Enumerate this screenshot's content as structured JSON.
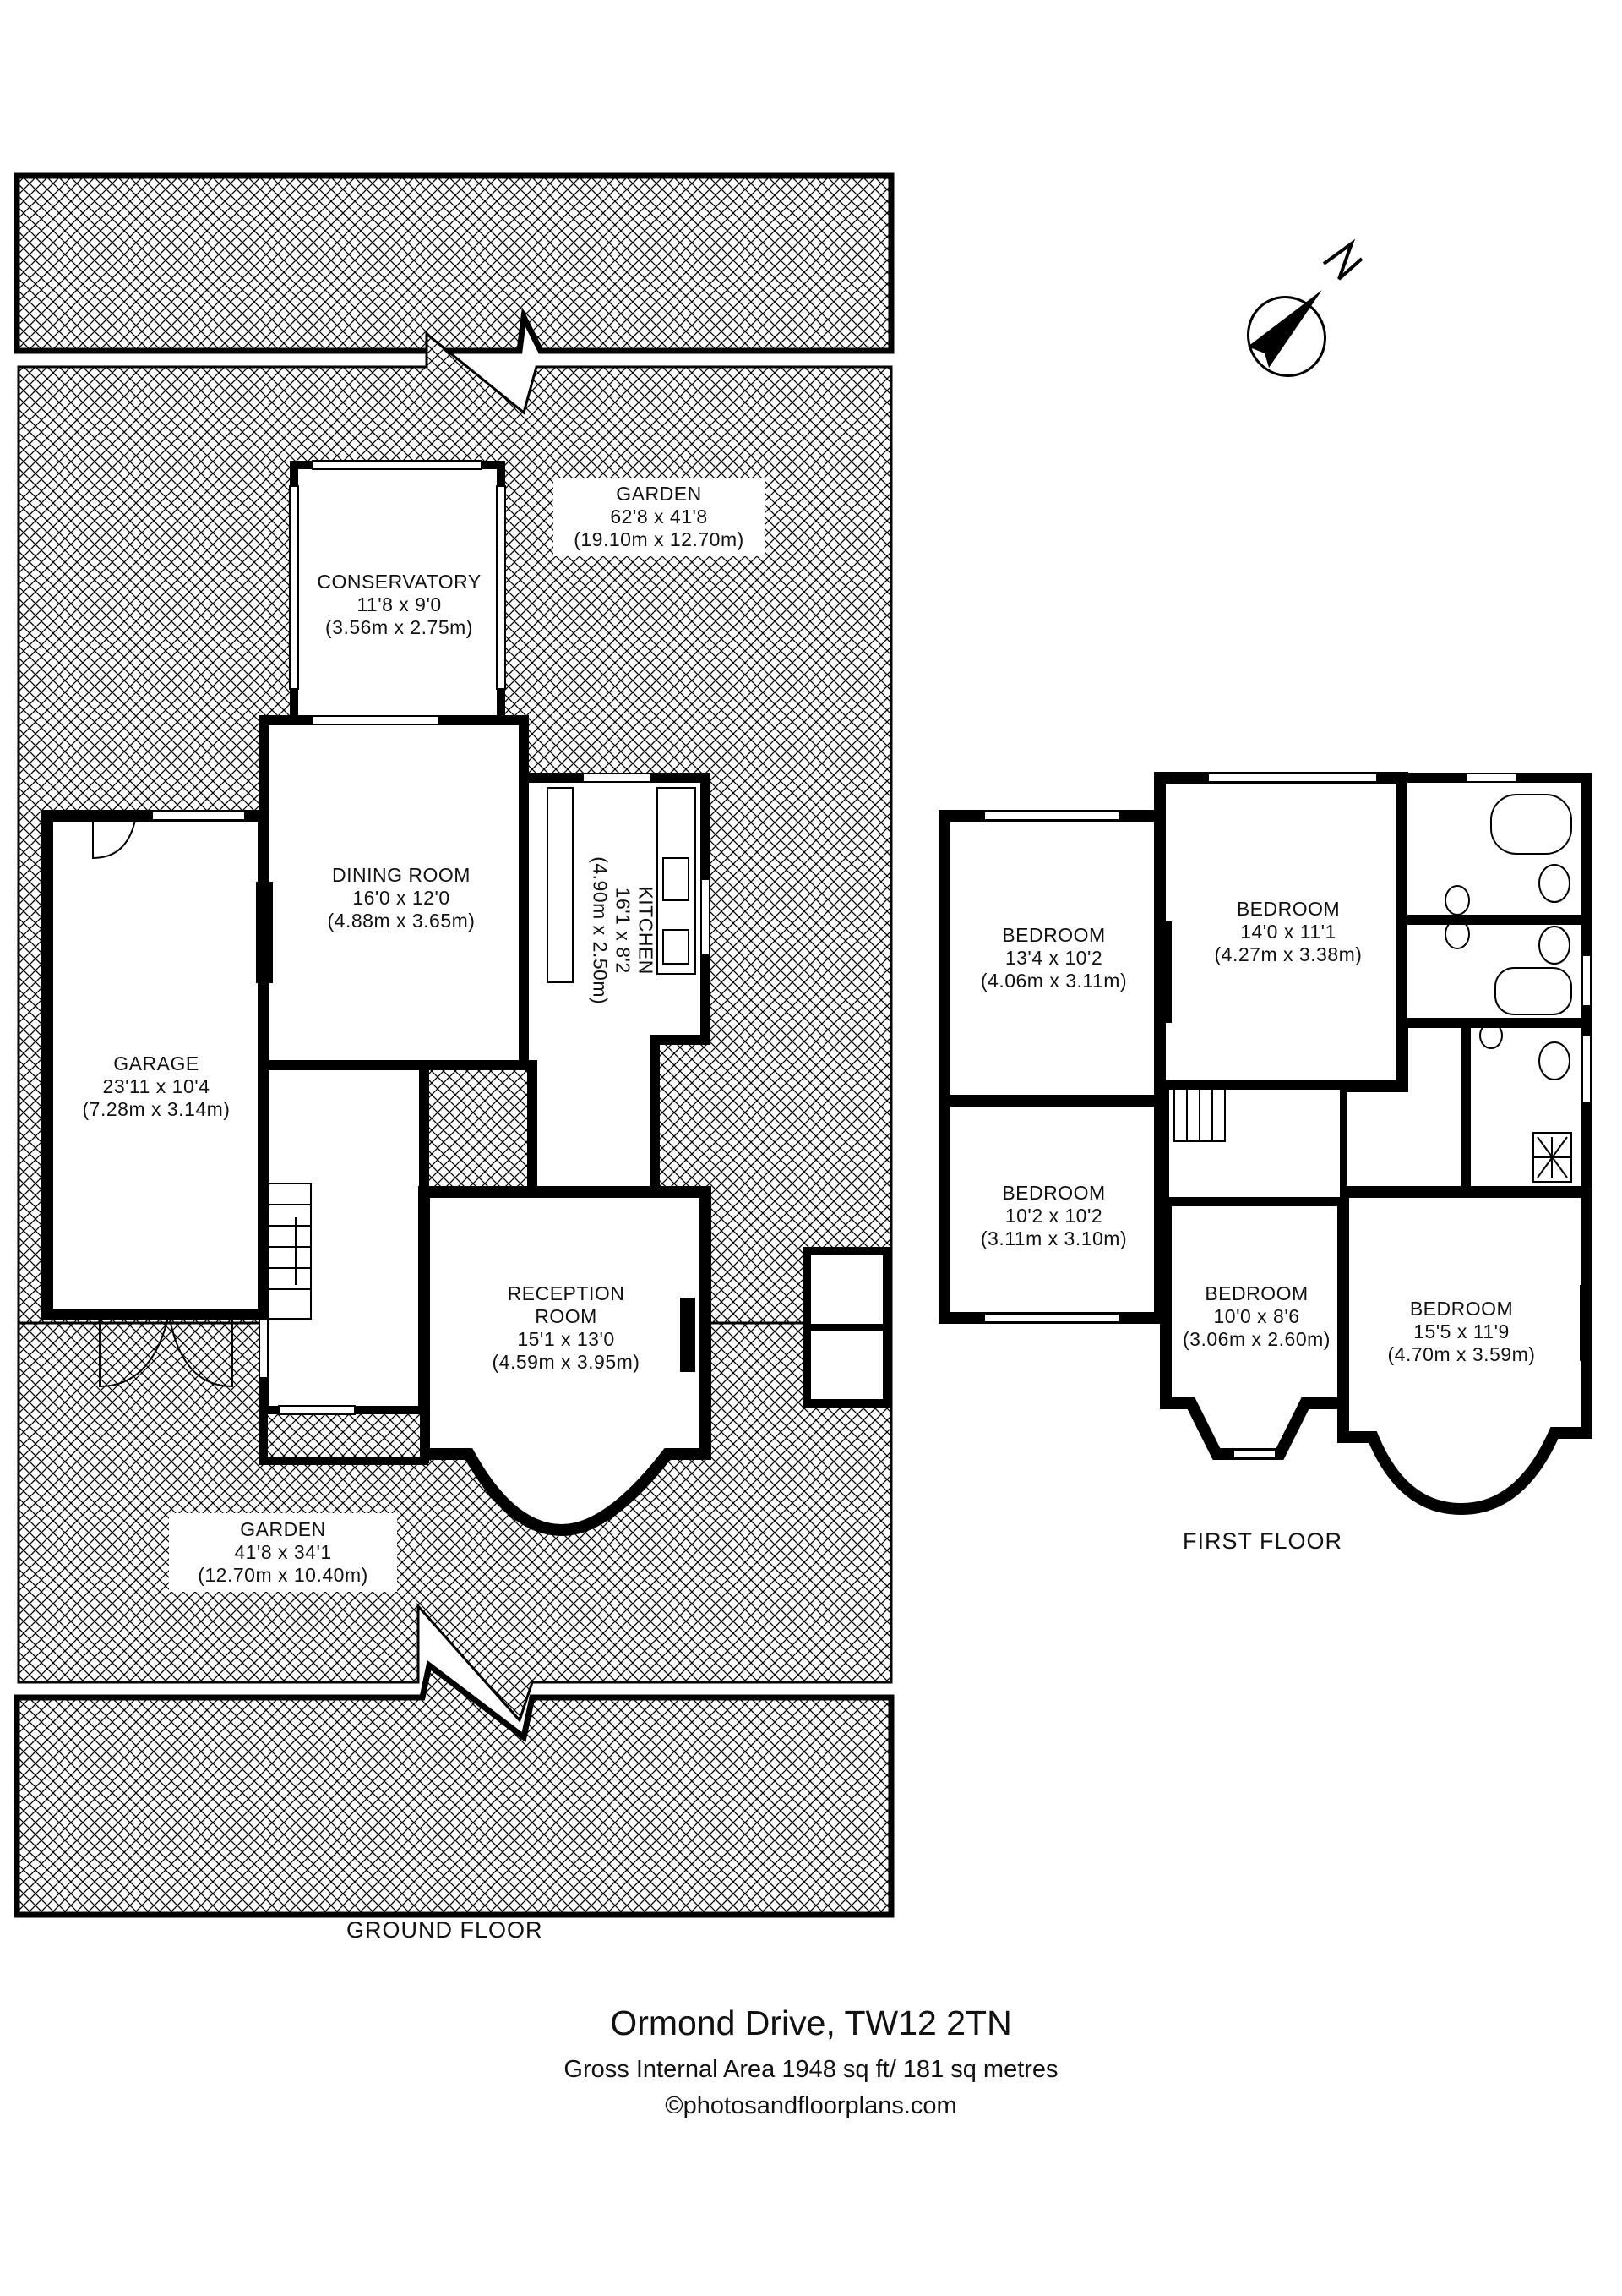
{
  "property": {
    "address": "Ormond Drive, TW12 2TN",
    "gross_internal_area": "Gross Internal Area 1948 sq ft/  181 sq metres",
    "copyright": "©photosandfloorplans.com"
  },
  "compass": {
    "label": "N",
    "icon": "north-arrow-icon"
  },
  "ground_floor": {
    "label": "GROUND FLOOR",
    "rooms": [
      {
        "name": "GARDEN",
        "imperial": "62'8 x 41'8",
        "metric": "(19.10m x 12.70m)"
      },
      {
        "name": "CONSERVATORY",
        "imperial": "11'8 x 9'0",
        "metric": "(3.56m x 2.75m)"
      },
      {
        "name": "DINING ROOM",
        "imperial": "16'0 x 12'0",
        "metric": "(4.88m x 3.65m)"
      },
      {
        "name": "KITCHEN",
        "imperial": "16'1 x 8'2",
        "metric": "(4.90m x 2.50m)"
      },
      {
        "name": "GARAGE",
        "imperial": "23'11 x 10'4",
        "metric": "(7.28m x 3.14m)"
      },
      {
        "name": "RECEPTION",
        "name2": "ROOM",
        "imperial": "15'1 x 13'0",
        "metric": "(4.59m x 3.95m)"
      },
      {
        "name": "GARDEN",
        "imperial": "41'8 x 34'1",
        "metric": "(12.70m x 10.40m)"
      }
    ]
  },
  "first_floor": {
    "label": "FIRST FLOOR",
    "rooms": [
      {
        "name": "BEDROOM",
        "imperial": "13'4 x 10'2",
        "metric": "(4.06m x 3.11m)"
      },
      {
        "name": "BEDROOM",
        "imperial": "14'0 x 11'1",
        "metric": "(4.27m x 3.38m)"
      },
      {
        "name": "BEDROOM",
        "imperial": "10'2 x 10'2",
        "metric": "(3.11m x 3.10m)"
      },
      {
        "name": "BEDROOM",
        "imperial": "10'0 x 8'6",
        "metric": "(3.06m x 2.60m)"
      },
      {
        "name": "BEDROOM",
        "imperial": "15'5 x 11'9",
        "metric": "(4.70m x 3.59m)"
      }
    ]
  },
  "colors": {
    "wall": "#000000",
    "background": "#ffffff",
    "hatch": "#000000"
  }
}
